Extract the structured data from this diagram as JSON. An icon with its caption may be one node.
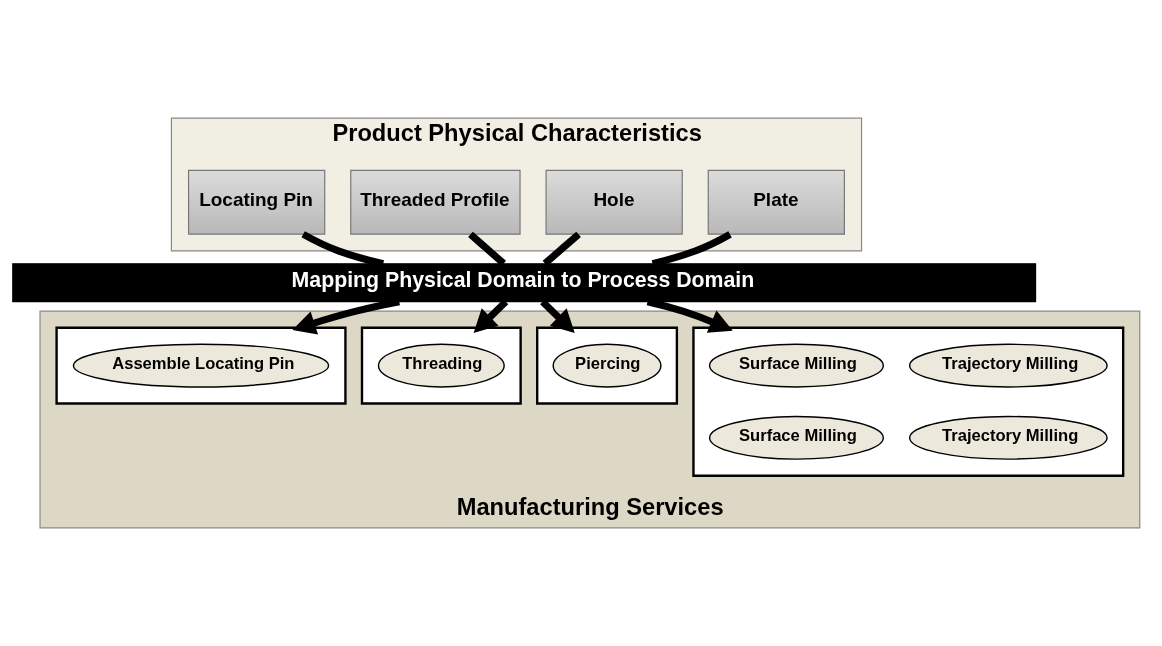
{
  "diagram": {
    "nodes": [
      {
        "text": [
          "Product Physical Characteristics"
        ]
      },
      {
        "text": [
          "Plate"
        ],
        "in": 0
      },
      {
        "text": [
          "Hole"
        ],
        "in": 0
      },
      {
        "text": [
          "Threaded Profile"
        ],
        "in": 0
      },
      {
        "text": [
          "Locating Pin"
        ],
        "in": 0
      },
      {
        "text": [
          "Mapping Physical Domain to Process Domain"
        ]
      },
      {
        "text": [
          "Manufacturing Services"
        ]
      },
      {
        "text": [],
        "shape": "box",
        "in": 6
      },
      {
        "text": [
          "Surface Milling"
        ],
        "in": 7
      },
      {
        "text": [
          "Trajectory Milling"
        ],
        "in": 7
      },
      {
        "text": [
          "Surface Milling"
        ],
        "in": 7
      },
      {
        "text": [
          "Trajectory Milling"
        ],
        "in": 7
      },
      {
        "text": [],
        "shape": "box",
        "in": 6
      },
      {
        "text": [
          "Piercing"
        ],
        "in": 12
      },
      {
        "text": [],
        "shape": "box",
        "in": 6
      },
      {
        "text": [
          "Threading"
        ],
        "in": 14
      },
      {
        "text": [],
        "shape": "box",
        "in": 6
      },
      {
        "text": [
          "Assemble Locating Pin"
        ],
        "in": 16
      }
    ],
    "edges": [
      {
        "from": 1,
        "to": 5,
        "arrow": "none"
      },
      {
        "from": 2,
        "to": 5,
        "arrow": "none"
      },
      {
        "from": 3,
        "to": 5,
        "arrow": "none"
      },
      {
        "from": 4,
        "to": 5,
        "arrow": "none"
      },
      {
        "from": 5,
        "to": 7,
        "arrow": "to"
      },
      {
        "from": 5,
        "to": 12,
        "arrow": "to"
      },
      {
        "from": 5,
        "to": 14,
        "arrow": "to"
      },
      {
        "from": 5,
        "to": 16,
        "arrow": "to"
      }
    ]
  }
}
